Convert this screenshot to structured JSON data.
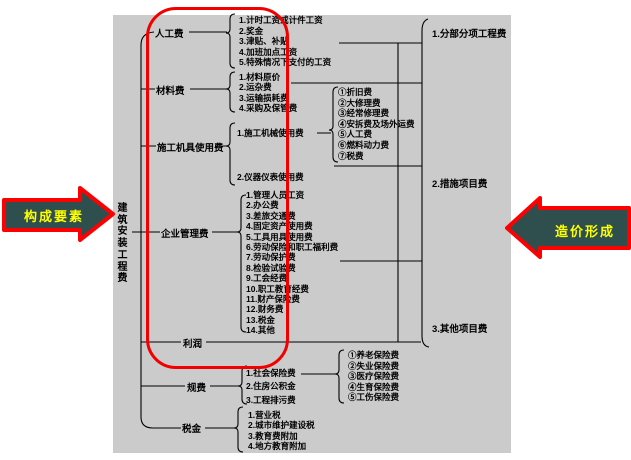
{
  "arrows": {
    "left_label": "构成要素",
    "right_label": "造价形成",
    "fill": "#2F4F4F",
    "border": "#ff0000",
    "text_color": "#ffff00"
  },
  "tree": {
    "root": "建筑安装工程费",
    "labor": {
      "label": "人工费",
      "items": [
        "1.计时工资或计件工资",
        "2.奖金",
        "3.津贴、补贴",
        "4.加班加点工资",
        "5.特殊情况下支付的工资"
      ]
    },
    "material": {
      "label": "材料费",
      "items": [
        "1.材料原价",
        "2.运杂费",
        "3.运输损耗费",
        "4.采购及保管费"
      ]
    },
    "machinery": {
      "label": "施工机具使用费",
      "items": [
        "1.施工机械使用费",
        "2.仪器仪表使用费"
      ],
      "sub_items": [
        "①折旧费",
        "②大修理费",
        "③经常修理费",
        "④安拆费及场外运费",
        "⑤人工费",
        "⑥燃料动力费",
        "⑦税费"
      ]
    },
    "management": {
      "label": "企业管理费",
      "items": [
        "1.管理人员工资",
        "2.办公费",
        "3.差旅交通费",
        "4.固定资产使用费",
        "5.工具用具使用费",
        "6.劳动保险和职工福利费",
        "7.劳动保护费",
        "8.检验试验费",
        "9.工会经费",
        "10.职工教育经费",
        "11.财产保险费",
        "12.财务费",
        "13.税金",
        "14.其他"
      ]
    },
    "profit": {
      "label": "利润"
    },
    "fees": {
      "label": "规费",
      "items": [
        "1.社会保险费",
        "2.住房公积金",
        "3.工程排污费"
      ],
      "sub_items": [
        "①养老保险费",
        "②失业保险费",
        "③医疗保险费",
        "④生育保险费",
        "⑤工伤保险费"
      ]
    },
    "tax": {
      "label": "税金",
      "items": [
        "1.营业税",
        "2.城市维护建设税",
        "3.教育费附加",
        "4.地方教育附加"
      ]
    }
  },
  "formation": {
    "items": [
      "1.分部分项工程费",
      "2.措施项目费",
      "3.其他项目费"
    ]
  },
  "colors": {
    "panel_bg": "#cbcbcb",
    "frame": "#f20000",
    "line": "#000000"
  }
}
